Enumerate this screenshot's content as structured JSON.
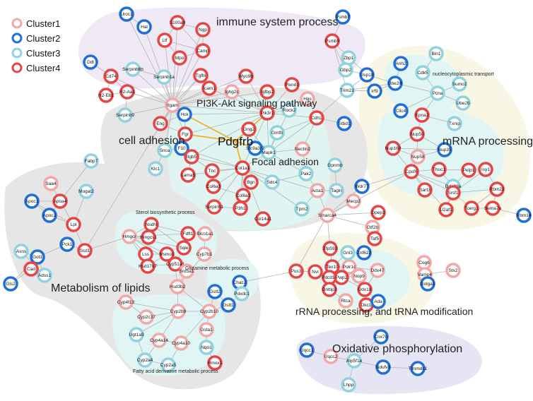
{
  "legend": [
    {
      "label": "Cluster1",
      "color": "#f4a7a7"
    },
    {
      "label": "Cluster2",
      "color": "#1f6fd6"
    },
    {
      "label": "Cluster3",
      "color": "#8fd3df"
    },
    {
      "label": "Cluster4",
      "color": "#e64545"
    }
  ],
  "region_titles": {
    "immune": "immune system process",
    "pi3k": "PI3K-Akt signaling pathway",
    "cell_adhesion": "cell adhesion",
    "focal": "Focal adhesion",
    "lipids": "Metabolism of lipids",
    "mrna": "mRNA processing",
    "rrna": "rRNA processing, and tRNA modification",
    "oxphos": "Oxidative phosphorylation",
    "sterol": "Sterol biosynthetic process",
    "glutamine": "Glutamine metabolic process",
    "fatty": "Fatty acid derivative metabolic process",
    "nucleocyto": "nucleocytoplasmic transport"
  },
  "hub_label": "Pdgfrb",
  "nodes": [
    {
      "id": "Uroc1",
      "c": 2
    },
    {
      "id": "Hal",
      "c": 2
    },
    {
      "id": "S100a9",
      "c": 4
    },
    {
      "id": "Ngp",
      "c": 4
    },
    {
      "id": "Ltf",
      "c": 4
    },
    {
      "id": "Mpo",
      "c": 4
    },
    {
      "id": "Camp",
      "c": 4
    },
    {
      "id": "Psmb7",
      "c": 2
    },
    {
      "id": "Psmb9",
      "c": 4
    },
    {
      "id": "Ddt",
      "c": 2
    },
    {
      "id": "Cd74",
      "c": 4
    },
    {
      "id": "H2-Aa1",
      "c": 4
    },
    {
      "id": "H2-Eb1",
      "c": 4
    },
    {
      "id": "Serpinb6b",
      "c": 3
    },
    {
      "id": "Serpinb1a",
      "c": 3
    },
    {
      "id": "Serpinb9",
      "c": 3
    },
    {
      "id": "Itgam",
      "c": 1
    },
    {
      "id": "Tgfbi",
      "c": 4
    },
    {
      "id": "Icam1",
      "c": 4
    },
    {
      "id": "Myo9b",
      "c": 4
    },
    {
      "id": "Ighg2c",
      "c": 1
    },
    {
      "id": "Igfbp2",
      "c": 4
    },
    {
      "id": "Plxnd1",
      "c": 4
    },
    {
      "id": "Pik3r1",
      "c": 4
    },
    {
      "id": "Hgs",
      "c": 1
    },
    {
      "id": "Cdh1",
      "c": 4
    },
    {
      "id": "Stbd1",
      "c": 2
    },
    {
      "id": "Hck",
      "c": 2
    },
    {
      "id": "Fgr",
      "c": 4
    },
    {
      "id": "Eng",
      "c": 4
    },
    {
      "id": "F10",
      "c": 2
    },
    {
      "id": "Snca",
      "c": 3
    },
    {
      "id": "Klc1",
      "c": 3
    },
    {
      "id": "Rock2",
      "c": 3
    },
    {
      "id": "Gng2",
      "c": 4
    },
    {
      "id": "Gmfb",
      "c": 3
    },
    {
      "id": "Mapk1",
      "c": 3
    },
    {
      "id": "Slc9a3r2",
      "c": 2
    },
    {
      "id": "Nectin2",
      "c": 1
    },
    {
      "id": "Pdgfrb",
      "c": 0
    },
    {
      "id": "Itgb5",
      "c": 4
    },
    {
      "id": "Lama5",
      "c": 4
    },
    {
      "id": "Tnc",
      "c": 4
    },
    {
      "id": "Col1a1",
      "c": 4
    },
    {
      "id": "Bgn",
      "c": 4
    },
    {
      "id": "Col6a3",
      "c": 4
    },
    {
      "id": "Col6a1",
      "c": 4
    },
    {
      "id": "Sdc4",
      "c": 3
    },
    {
      "id": "Pak2",
      "c": 3
    },
    {
      "id": "Serpinh1",
      "c": 4
    },
    {
      "id": "P3h1",
      "c": 4
    },
    {
      "id": "Col14a1",
      "c": 4
    },
    {
      "id": "Tpm2",
      "c": 3
    },
    {
      "id": "Acta1",
      "c": 1
    },
    {
      "id": "Tagln",
      "c": 3
    },
    {
      "id": "Gpnmb",
      "c": 3
    },
    {
      "id": "Zbp1",
      "c": 3
    },
    {
      "id": "Gbp2",
      "c": 3
    },
    {
      "id": "Usp18",
      "c": 2
    },
    {
      "id": "Trim21",
      "c": 3
    },
    {
      "id": "Irf9",
      "c": 2
    },
    {
      "id": "Arih2",
      "c": 2
    },
    {
      "id": "Ube2l6",
      "c": 2
    },
    {
      "id": "Bin1",
      "c": 3
    },
    {
      "id": "Cdk5",
      "c": 3
    },
    {
      "id": "Sumo2",
      "c": 3
    },
    {
      "id": "Pcna",
      "c": 3
    },
    {
      "id": "Ube2b",
      "c": 3
    },
    {
      "id": "Clic4",
      "c": 2
    },
    {
      "id": "Kpna2",
      "c": 4
    },
    {
      "id": "Txnip",
      "c": 3
    },
    {
      "id": "Nup50",
      "c": 4
    },
    {
      "id": "Nup160",
      "c": 4
    },
    {
      "id": "Nup58",
      "c": 1
    },
    {
      "id": "Nup35",
      "c": 2
    },
    {
      "id": "Cpsf6",
      "c": 4
    },
    {
      "id": "Thoc1",
      "c": 4
    },
    {
      "id": "Pelp1",
      "c": 4
    },
    {
      "id": "Ddx39a",
      "c": 3
    },
    {
      "id": "Isy1",
      "c": 4
    },
    {
      "id": "Srsf1",
      "c": 4
    },
    {
      "id": "Rbm22",
      "c": 4
    },
    {
      "id": "Sart3",
      "c": 4
    },
    {
      "id": "U2af1",
      "c": 4
    },
    {
      "id": "Tcerg1",
      "c": 4
    },
    {
      "id": "Sema7a",
      "c": 4
    },
    {
      "id": "Rbm14",
      "c": 2
    },
    {
      "id": "Saa4",
      "c": 1
    },
    {
      "id": "Fabp7",
      "c": 3
    },
    {
      "id": "Apoa4",
      "c": 4
    },
    {
      "id": "Apoc1",
      "c": 2
    },
    {
      "id": "Mogat2",
      "c": 3
    },
    {
      "id": "Apoc2",
      "c": 2
    },
    {
      "id": "Lpl",
      "c": 4
    },
    {
      "id": "Scd1",
      "c": 4
    },
    {
      "id": "Pck1",
      "c": 2
    },
    {
      "id": "Asns",
      "c": 3
    },
    {
      "id": "Got1",
      "c": 2
    },
    {
      "id": "Adss1",
      "c": 3
    },
    {
      "id": "Cad",
      "c": 4
    },
    {
      "id": "Gls2",
      "c": 2
    },
    {
      "id": "Nsdhl",
      "c": 4
    },
    {
      "id": "Fdft1",
      "c": 4
    },
    {
      "id": "Hmgcr",
      "c": 1
    },
    {
      "id": "Hmgcs1",
      "c": 4
    },
    {
      "id": "Sqle",
      "c": 4
    },
    {
      "id": "Lss",
      "c": 4
    },
    {
      "id": "Msmo1",
      "c": 4
    },
    {
      "id": "Hsd17b7",
      "c": 4
    },
    {
      "id": "Cyp51a1",
      "c": 4
    },
    {
      "id": "Slco1a1",
      "c": 1
    },
    {
      "id": "Cyp7b1",
      "c": 1
    },
    {
      "id": "Srd5a1",
      "c": 1
    },
    {
      "id": "Hsd3b2",
      "c": 1
    },
    {
      "id": "Chac2",
      "c": 2
    },
    {
      "id": "Gstt2",
      "c": 2
    },
    {
      "id": "Pdxdc1",
      "c": 3
    },
    {
      "id": "Gstt1",
      "c": 2
    },
    {
      "id": "Cyp4f13",
      "c": 1
    },
    {
      "id": "Cyp2c37",
      "c": 1
    },
    {
      "id": "Cyp2b9",
      "c": 1
    },
    {
      "id": "Cyp2b10",
      "c": 1
    },
    {
      "id": "Ugt1a9",
      "c": 3
    },
    {
      "id": "Cyp4a14",
      "c": 1
    },
    {
      "id": "Cyp4a10",
      "c": 1
    },
    {
      "id": "Gsta1",
      "c": 1
    },
    {
      "id": "Nqo1",
      "c": 3
    },
    {
      "id": "Cyp2a4",
      "c": 3
    },
    {
      "id": "Cyp2a5",
      "c": 3
    },
    {
      "id": "Hmox1",
      "c": 4
    },
    {
      "id": "Wdr77",
      "c": 2
    },
    {
      "id": "Mecp2",
      "c": 1
    },
    {
      "id": "Dpep1",
      "c": 4
    },
    {
      "id": "Smarca4",
      "c": 1
    },
    {
      "id": "Gtf2b",
      "c": 1
    },
    {
      "id": "Taf5",
      "c": 4
    },
    {
      "id": "Zfp593",
      "c": 4
    },
    {
      "id": "Gnl3",
      "c": 3
    },
    {
      "id": "Znf622",
      "c": 2
    },
    {
      "id": "Tex10",
      "c": 4
    },
    {
      "id": "Polr1c",
      "c": 1
    },
    {
      "id": "Ddx47",
      "c": 1
    },
    {
      "id": "Nvl",
      "c": 4
    },
    {
      "id": "Pus3",
      "c": 4
    },
    {
      "id": "Pdcd11",
      "c": 4
    },
    {
      "id": "Pwp2",
      "c": 4
    },
    {
      "id": "Nop9",
      "c": 1
    },
    {
      "id": "Dnttip2",
      "c": 4
    },
    {
      "id": "Ddx18",
      "c": 4
    },
    {
      "id": "Rtca",
      "c": 1
    },
    {
      "id": "Dkc1",
      "c": 4
    },
    {
      "id": "Ada",
      "c": 2
    },
    {
      "id": "Cog6",
      "c": 1
    },
    {
      "id": "Vamp4",
      "c": 1
    },
    {
      "id": "Stx2",
      "c": 1
    },
    {
      "id": "Golga1",
      "c": 2
    },
    {
      "id": "Cox7b",
      "c": 2
    },
    {
      "id": "Uqcc1",
      "c": 2
    },
    {
      "id": "Uqcc2",
      "c": 1
    },
    {
      "id": "Atp5f1e",
      "c": 3
    },
    {
      "id": "Ndufv3",
      "c": 2
    },
    {
      "id": "Timmdc1",
      "c": 2
    },
    {
      "id": "Lhpp",
      "c": 3
    }
  ]
}
